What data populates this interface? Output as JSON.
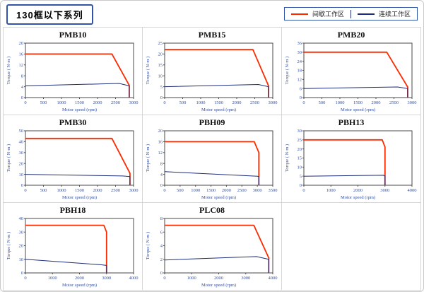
{
  "header": {
    "title": "130框以下系列",
    "legend": [
      {
        "label": "间歇工作区",
        "color": "#fb2b01"
      },
      {
        "label": "连续工作区",
        "color": "#1d2d7a"
      }
    ]
  },
  "colors": {
    "accent_border": "#2f55a4",
    "red": "#fb2b01",
    "navy": "#1d2d7a",
    "axis_text": "#3550a2",
    "plot_border": "#4a4a4a",
    "cell_border": "#d6d6d6"
  },
  "chart_data": [
    {
      "type": "line",
      "title": "PMB10",
      "xlabel": "Motor speed (rpm)",
      "ylabel": "Torque ( N·m )",
      "xlim": [
        0,
        3000
      ],
      "ylim": [
        0,
        20
      ],
      "xticks": [
        0,
        500,
        1000,
        1500,
        2000,
        2500,
        3000
      ],
      "yticks": [
        0,
        4,
        8,
        12,
        16,
        20
      ],
      "series": [
        {
          "name": "间歇工作区",
          "color": "#fb2b01",
          "width": 1.8,
          "points": [
            [
              0,
              16
            ],
            [
              2400,
              16
            ],
            [
              2880,
              4.5
            ],
            [
              2880,
              0
            ]
          ]
        },
        {
          "name": "连续工作区",
          "color": "#1d2d7a",
          "width": 1,
          "points": [
            [
              0,
              4.3
            ],
            [
              2600,
              5.2
            ],
            [
              2880,
              4.3
            ],
            [
              2880,
              0
            ]
          ]
        }
      ]
    },
    {
      "type": "line",
      "title": "PMB15",
      "xlabel": "Motor speed (rpm)",
      "ylabel": "Torque ( N·m )",
      "xlim": [
        0,
        3000
      ],
      "ylim": [
        0,
        25
      ],
      "xticks": [
        0,
        500,
        1000,
        1500,
        2000,
        2500,
        3000
      ],
      "yticks": [
        0,
        5,
        10,
        15,
        20,
        25
      ],
      "series": [
        {
          "name": "间歇工作区",
          "color": "#fb2b01",
          "width": 1.8,
          "points": [
            [
              0,
              22
            ],
            [
              2450,
              22
            ],
            [
              2880,
              5.5
            ],
            [
              2880,
              0
            ]
          ]
        },
        {
          "name": "连续工作区",
          "color": "#1d2d7a",
          "width": 1,
          "points": [
            [
              0,
              5
            ],
            [
              2600,
              6
            ],
            [
              2880,
              5
            ],
            [
              2880,
              0
            ]
          ]
        }
      ]
    },
    {
      "type": "line",
      "title": "PMB20",
      "xlabel": "Motor speed (rpm)",
      "ylabel": "Torque ( N·m )",
      "xlim": [
        0,
        3000
      ],
      "ylim": [
        0,
        36
      ],
      "xticks": [
        0,
        500,
        1000,
        1500,
        2000,
        2500,
        3000
      ],
      "yticks": [
        0,
        6,
        12,
        18,
        24,
        30,
        36
      ],
      "series": [
        {
          "name": "间歇工作区",
          "color": "#fb2b01",
          "width": 1.8,
          "points": [
            [
              0,
              30
            ],
            [
              2300,
              30
            ],
            [
              2880,
              7
            ],
            [
              2880,
              0
            ]
          ]
        },
        {
          "name": "连续工作区",
          "color": "#1d2d7a",
          "width": 1,
          "points": [
            [
              0,
              6
            ],
            [
              2600,
              7
            ],
            [
              2880,
              6
            ],
            [
              2880,
              0
            ]
          ]
        }
      ]
    },
    {
      "type": "line",
      "title": "PMB30",
      "xlabel": "Motor speed (rpm)",
      "ylabel": "Torque ( N·m )",
      "xlim": [
        0,
        3000
      ],
      "ylim": [
        0,
        50
      ],
      "xticks": [
        0,
        500,
        1000,
        1500,
        2000,
        2500,
        3000
      ],
      "yticks": [
        0,
        10,
        20,
        30,
        40,
        50
      ],
      "series": [
        {
          "name": "间歇工作区",
          "color": "#fb2b01",
          "width": 1.8,
          "points": [
            [
              0,
              43
            ],
            [
              2400,
              43
            ],
            [
              2900,
              11
            ],
            [
              2900,
              0
            ]
          ]
        },
        {
          "name": "连续工作区",
          "color": "#1d2d7a",
          "width": 1,
          "points": [
            [
              0,
              10
            ],
            [
              2700,
              8.5
            ],
            [
              2900,
              8
            ],
            [
              2900,
              0
            ]
          ]
        }
      ]
    },
    {
      "type": "line",
      "title": "PBH09",
      "xlabel": "Motor speed (rpm)",
      "ylabel": "Torque ( N·m )",
      "xlim": [
        0,
        3500
      ],
      "ylim": [
        0,
        20
      ],
      "xticks": [
        0,
        500,
        1000,
        1500,
        2000,
        2500,
        3000,
        3500
      ],
      "yticks": [
        0,
        4,
        8,
        12,
        16,
        20
      ],
      "series": [
        {
          "name": "间歇工作区",
          "color": "#fb2b01",
          "width": 1.8,
          "points": [
            [
              0,
              16
            ],
            [
              2900,
              16
            ],
            [
              3050,
              12
            ],
            [
              3050,
              0
            ]
          ]
        },
        {
          "name": "连续工作区",
          "color": "#1d2d7a",
          "width": 1,
          "points": [
            [
              0,
              5
            ],
            [
              3000,
              3.3
            ],
            [
              3050,
              3.2
            ],
            [
              3050,
              0
            ]
          ]
        }
      ]
    },
    {
      "type": "line",
      "title": "PBH13",
      "xlabel": "Motor speed (rpm)",
      "ylabel": "Torque ( N·m )",
      "xlim": [
        0,
        4000
      ],
      "ylim": [
        0,
        30
      ],
      "xticks": [
        0,
        1000,
        2000,
        3000,
        4000
      ],
      "yticks": [
        0,
        5,
        10,
        15,
        20,
        25,
        30
      ],
      "series": [
        {
          "name": "间歇工作区",
          "color": "#fb2b01",
          "width": 1.8,
          "points": [
            [
              0,
              25
            ],
            [
              2900,
              25
            ],
            [
              3000,
              21
            ],
            [
              3000,
              0
            ]
          ]
        },
        {
          "name": "连续工作区",
          "color": "#1d2d7a",
          "width": 1,
          "points": [
            [
              0,
              5
            ],
            [
              2950,
              5.5
            ],
            [
              3000,
              5
            ],
            [
              3000,
              0
            ]
          ]
        }
      ]
    },
    {
      "type": "line",
      "title": "PBH18",
      "xlabel": "Motor speed (rpm)",
      "ylabel": "Torque ( N·m )",
      "xlim": [
        0,
        4000
      ],
      "ylim": [
        0,
        40
      ],
      "xticks": [
        0,
        1000,
        2000,
        3000,
        4000
      ],
      "yticks": [
        0,
        10,
        20,
        30,
        40
      ],
      "series": [
        {
          "name": "间歇工作区",
          "color": "#fb2b01",
          "width": 1.8,
          "points": [
            [
              0,
              35
            ],
            [
              2900,
              35
            ],
            [
              3000,
              30
            ],
            [
              3000,
              0
            ]
          ]
        },
        {
          "name": "连续工作区",
          "color": "#1d2d7a",
          "width": 1,
          "points": [
            [
              0,
              10
            ],
            [
              2800,
              6
            ],
            [
              3000,
              5.5
            ],
            [
              3000,
              0
            ]
          ]
        }
      ]
    },
    {
      "type": "line",
      "title": "PLC08",
      "xlabel": "Motor speed (rpm)",
      "ylabel": "Torque ( N·m )",
      "xlim": [
        0,
        4000
      ],
      "ylim": [
        0,
        8
      ],
      "xticks": [
        0,
        1000,
        2000,
        3000,
        4000
      ],
      "yticks": [
        0,
        2,
        4,
        6,
        8
      ],
      "series": [
        {
          "name": "间歇工作区",
          "color": "#fb2b01",
          "width": 1.8,
          "points": [
            [
              0,
              7
            ],
            [
              3300,
              7
            ],
            [
              3850,
              2.2
            ],
            [
              3850,
              0
            ]
          ]
        },
        {
          "name": "连续工作区",
          "color": "#1d2d7a",
          "width": 1,
          "points": [
            [
              0,
              1.9
            ],
            [
              3400,
              2.4
            ],
            [
              3850,
              2
            ],
            [
              3850,
              0
            ]
          ]
        }
      ]
    }
  ]
}
